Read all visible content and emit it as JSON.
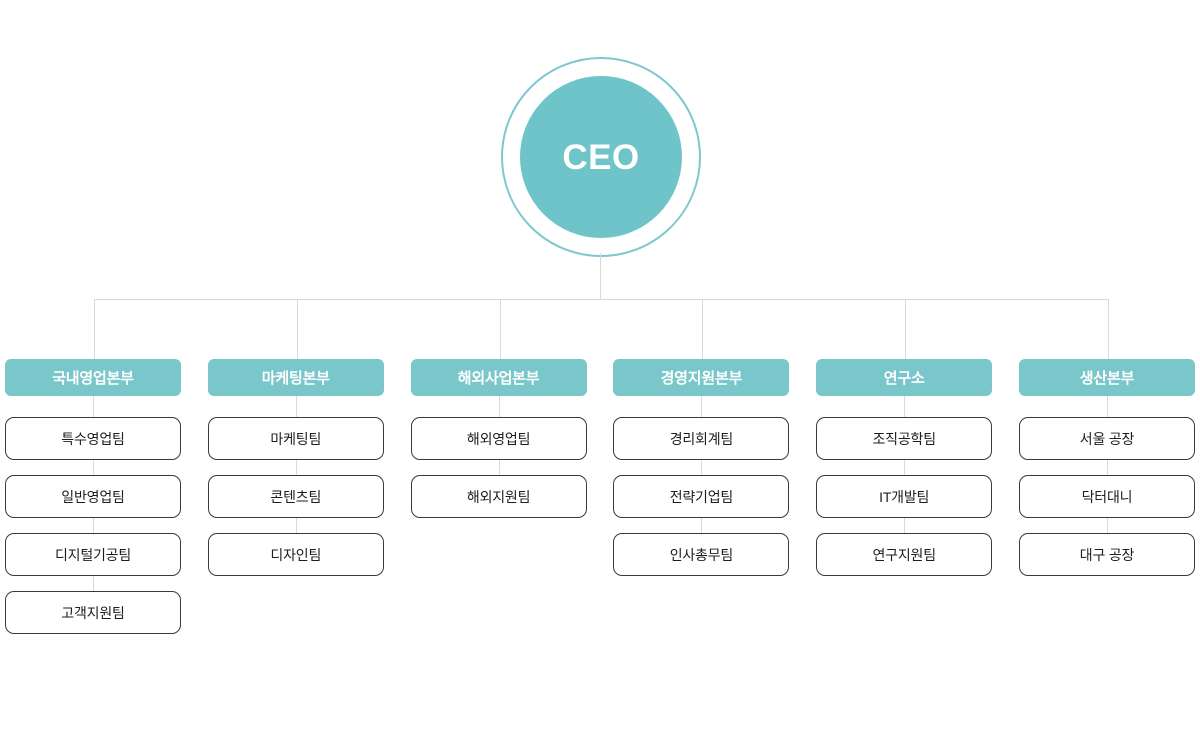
{
  "chart_data": {
    "type": "diagram",
    "diagram_type": "organization-chart",
    "title": "",
    "orientation": "top-down",
    "colors": {
      "accent": "#6ec4c8",
      "header_fill": "#79c7ca",
      "ring_stroke": "#7ec8cd",
      "connector": "#d8dada",
      "box_border": "#3a3a3a",
      "box_fill": "#ffffff",
      "header_text": "#ffffff",
      "box_text": "#1d1d1d",
      "background": "#ffffff"
    },
    "root": {
      "label": "CEO",
      "shape": "circle"
    },
    "branch_count": 6,
    "nodes": [
      {
        "department": "국내영업본부",
        "teams": [
          "특수영업팀",
          "일반영업팀",
          "디지털기공팀",
          "고객지원팀"
        ]
      },
      {
        "department": "마케팅본부",
        "teams": [
          "마케팅팀",
          "콘텐츠팀",
          "디자인팀"
        ]
      },
      {
        "department": "해외사업본부",
        "teams": [
          "해외영업팀",
          "해외지원팀"
        ]
      },
      {
        "department": "경영지원본부",
        "teams": [
          "경리회계팀",
          "전략기업팀",
          "인사총무팀"
        ]
      },
      {
        "department": "연구소",
        "teams": [
          "조직공학팀",
          "IT개발팀",
          "연구지원팀"
        ]
      },
      {
        "department": "생산본부",
        "teams": [
          "서울 공장",
          "닥터대니",
          "대구 공장"
        ]
      }
    ]
  },
  "ceo": {
    "label": "CEO"
  },
  "columns": [
    {
      "header": "국내영업본부",
      "teams": [
        {
          "label": "특수영업팀"
        },
        {
          "label": "일반영업팀"
        },
        {
          "label": "디지털기공팀"
        },
        {
          "label": "고객지원팀"
        }
      ]
    },
    {
      "header": "마케팅본부",
      "teams": [
        {
          "label": "마케팅팀"
        },
        {
          "label": "콘텐츠팀"
        },
        {
          "label": "디자인팀"
        }
      ]
    },
    {
      "header": "해외사업본부",
      "teams": [
        {
          "label": "해외영업팀"
        },
        {
          "label": "해외지원팀"
        }
      ]
    },
    {
      "header": "경영지원본부",
      "teams": [
        {
          "label": "경리회계팀"
        },
        {
          "label": "전략기업팀"
        },
        {
          "label": "인사총무팀"
        }
      ]
    },
    {
      "header": "연구소",
      "teams": [
        {
          "label": "조직공학팀"
        },
        {
          "label": "IT개발팀"
        },
        {
          "label": "연구지원팀"
        }
      ]
    },
    {
      "header": "생산본부",
      "teams": [
        {
          "label": "서울 공장"
        },
        {
          "label": "닥터대니"
        },
        {
          "label": "대구 공장"
        }
      ]
    }
  ]
}
